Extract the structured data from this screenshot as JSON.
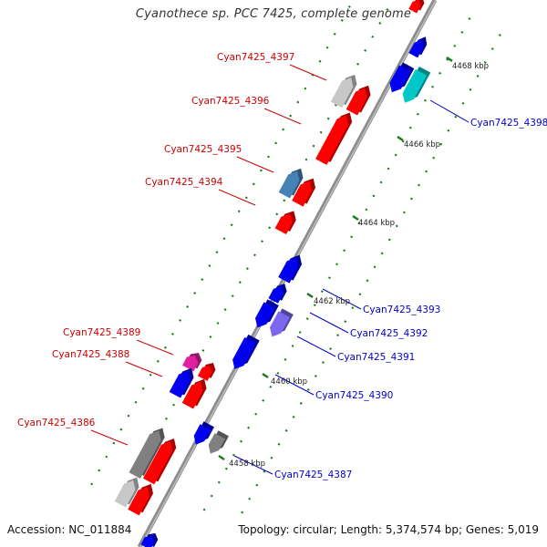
{
  "title": "Cyanothece sp. PCC 7425, complete genome",
  "footer": {
    "accession": "Accession: NC_011884",
    "summary": "Topology: circular; Length: 5,374,574 bp; Genes: 5,019"
  },
  "scale_ticks": [
    {
      "label": "4468 kbp"
    },
    {
      "label": "4466 kbp"
    },
    {
      "label": "4464 kbp"
    },
    {
      "label": "4462 kbp"
    },
    {
      "label": "4460 kbp"
    },
    {
      "label": "4458 kbp"
    }
  ],
  "gene_labels": {
    "left": [
      {
        "text": "Cyan7425_4397",
        "color": "#cc0000"
      },
      {
        "text": "Cyan7425_4396",
        "color": "#cc0000"
      },
      {
        "text": "Cyan7425_4395",
        "color": "#cc0000"
      },
      {
        "text": "Cyan7425_4394",
        "color": "#cc0000"
      },
      {
        "text": "Cyan7425_4389",
        "color": "#cc0000"
      },
      {
        "text": "Cyan7425_4388",
        "color": "#cc0000"
      },
      {
        "text": "Cyan7425_4386",
        "color": "#cc0000"
      }
    ],
    "right": [
      {
        "text": "Cyan7425_4398",
        "color": "#0000cc"
      },
      {
        "text": "Cyan7425_4393",
        "color": "#0000cc"
      },
      {
        "text": "Cyan7425_4392",
        "color": "#0000cc"
      },
      {
        "text": "Cyan7425_4391",
        "color": "#0000cc"
      },
      {
        "text": "Cyan7425_4390",
        "color": "#0000cc"
      },
      {
        "text": "Cyan7425_4387",
        "color": "#0000cc"
      }
    ]
  },
  "colors": {
    "backbone": "#8c8c8c",
    "tick": "#1a7a1a",
    "red": "#ff0000",
    "blue": "#0000ee",
    "cyan": "#00c8c8",
    "steel": "#4682b4",
    "purple": "#7b68ee",
    "magenta": "#e020a0",
    "gray": "#808080",
    "lightgray": "#c8c8c8"
  }
}
